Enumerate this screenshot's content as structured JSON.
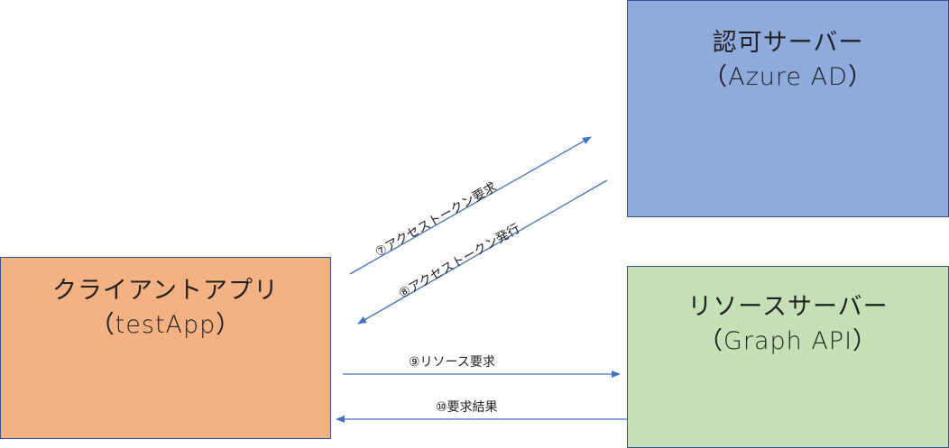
{
  "diagram": {
    "nodes": {
      "client": {
        "line1": "クライアントアプリ",
        "line2": "（testApp）",
        "color": "#f4b183"
      },
      "auth_server": {
        "line1": "認可サーバー",
        "line2": "（Azure AD）",
        "color": "#8faadc"
      },
      "resource_server": {
        "line1": "リソースサーバー",
        "line2": "（Graph API）",
        "color": "#c5e0b4"
      }
    },
    "edges": [
      {
        "id": "step7",
        "label": "⑦アクセストークン要求",
        "from": "client",
        "to": "auth_server"
      },
      {
        "id": "step8",
        "label": "⑧アクセストークン発行",
        "from": "auth_server",
        "to": "client"
      },
      {
        "id": "step9",
        "label": "⑨リソース要求",
        "from": "client",
        "to": "resource_server"
      },
      {
        "id": "step10",
        "label": "⑩要求結果",
        "from": "resource_server",
        "to": "client"
      }
    ],
    "arrow_color": "#4472c4",
    "border_color": "#2f5597"
  }
}
